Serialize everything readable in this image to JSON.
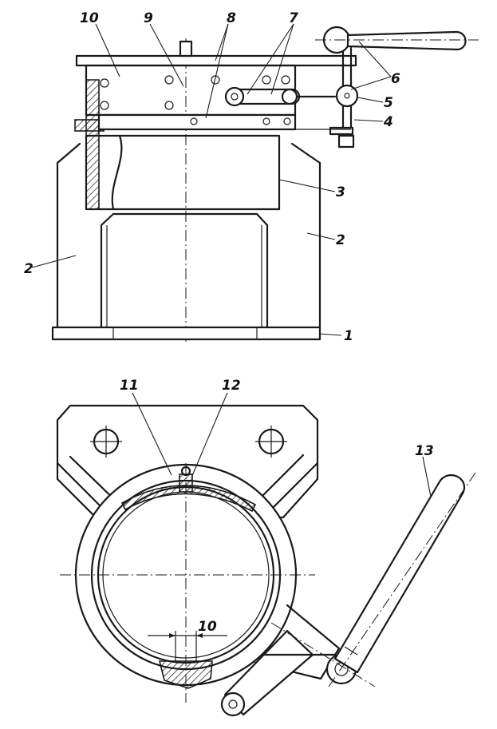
{
  "callouts": {
    "c1": "1",
    "c2a": "2",
    "c2b": "2",
    "c3": "3",
    "c4": "4",
    "c5": "5",
    "c6": "6",
    "c7": "7",
    "c8": "8",
    "c9": "9",
    "c10": "10",
    "c11": "11",
    "c12": "12",
    "c13": "13",
    "dim10": "10"
  },
  "colors": {
    "ink": "#1a1a1a",
    "paper": "#ffffff"
  }
}
